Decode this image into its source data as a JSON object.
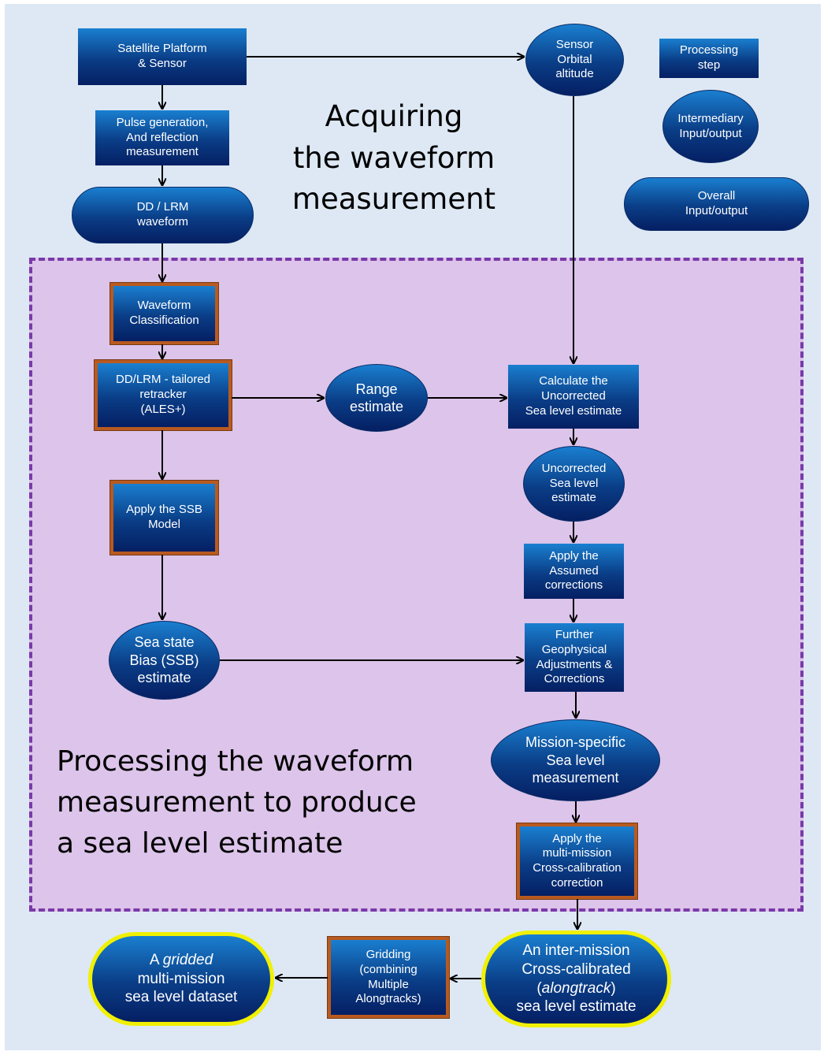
{
  "titles": {
    "acquire": "Acquiring\nthe waveform\nmeasurement",
    "process": "Processing the waveform\nmeasurement to produce\na sea level estimate"
  },
  "legend": {
    "processing_step": "Processing\nstep",
    "intermediary": "Intermediary\nInput/output",
    "overall": "Overall\nInput/output"
  },
  "nodes": {
    "satellite": "Satellite Platform\n& Sensor",
    "pulse": "Pulse generation,\nAnd reflection\nmeasurement",
    "ddlrm_waveform": "DD / LRM\nwaveform",
    "sensor_altitude": "Sensor\nOrbital\naltitude",
    "waveform_classification": "Waveform\nClassification",
    "retracker": "DD/LRM  - tailored\nretracker\n(ALES+)",
    "range_estimate": "Range\nestimate",
    "calc_uncorrected": "Calculate the\nUncorrected\nSea level estimate",
    "uncorrected_sea_level": "Uncorrected\nSea level\nestimate",
    "apply_ssb": "Apply the SSB\nModel",
    "apply_assumed": "Apply the\nAssumed\ncorrections",
    "ssb_estimate": "Sea state\nBias (SSB)\nestimate",
    "further_geo": "Further\nGeophysical\nAdjustments &\nCorrections",
    "mission_specific": "Mission-specific\nSea level\nmeasurement",
    "cross_cal": "Apply the\nmulti-mission\nCross-calibration\ncorrection",
    "inter_mission_1": "An inter-mission\nCross-calibrated\n(",
    "inter_mission_italic": "alongtrack",
    "inter_mission_2": ")\nsea level estimate",
    "gridding": "Gridding\n(combining\nMultiple\nAlongtracks)",
    "gridded_1": "A ",
    "gridded_italic": "gridded",
    "gridded_2": "\nmulti-mission\nsea level dataset"
  },
  "colors": {
    "background": "#dde8f4",
    "region": "#dcc4ea",
    "region_border": "#7a3aa8",
    "node_dark": "#0a3d86",
    "node_light": "#1a7fd0",
    "orange_border": "#b85a20",
    "final_border": "#f0f000"
  }
}
